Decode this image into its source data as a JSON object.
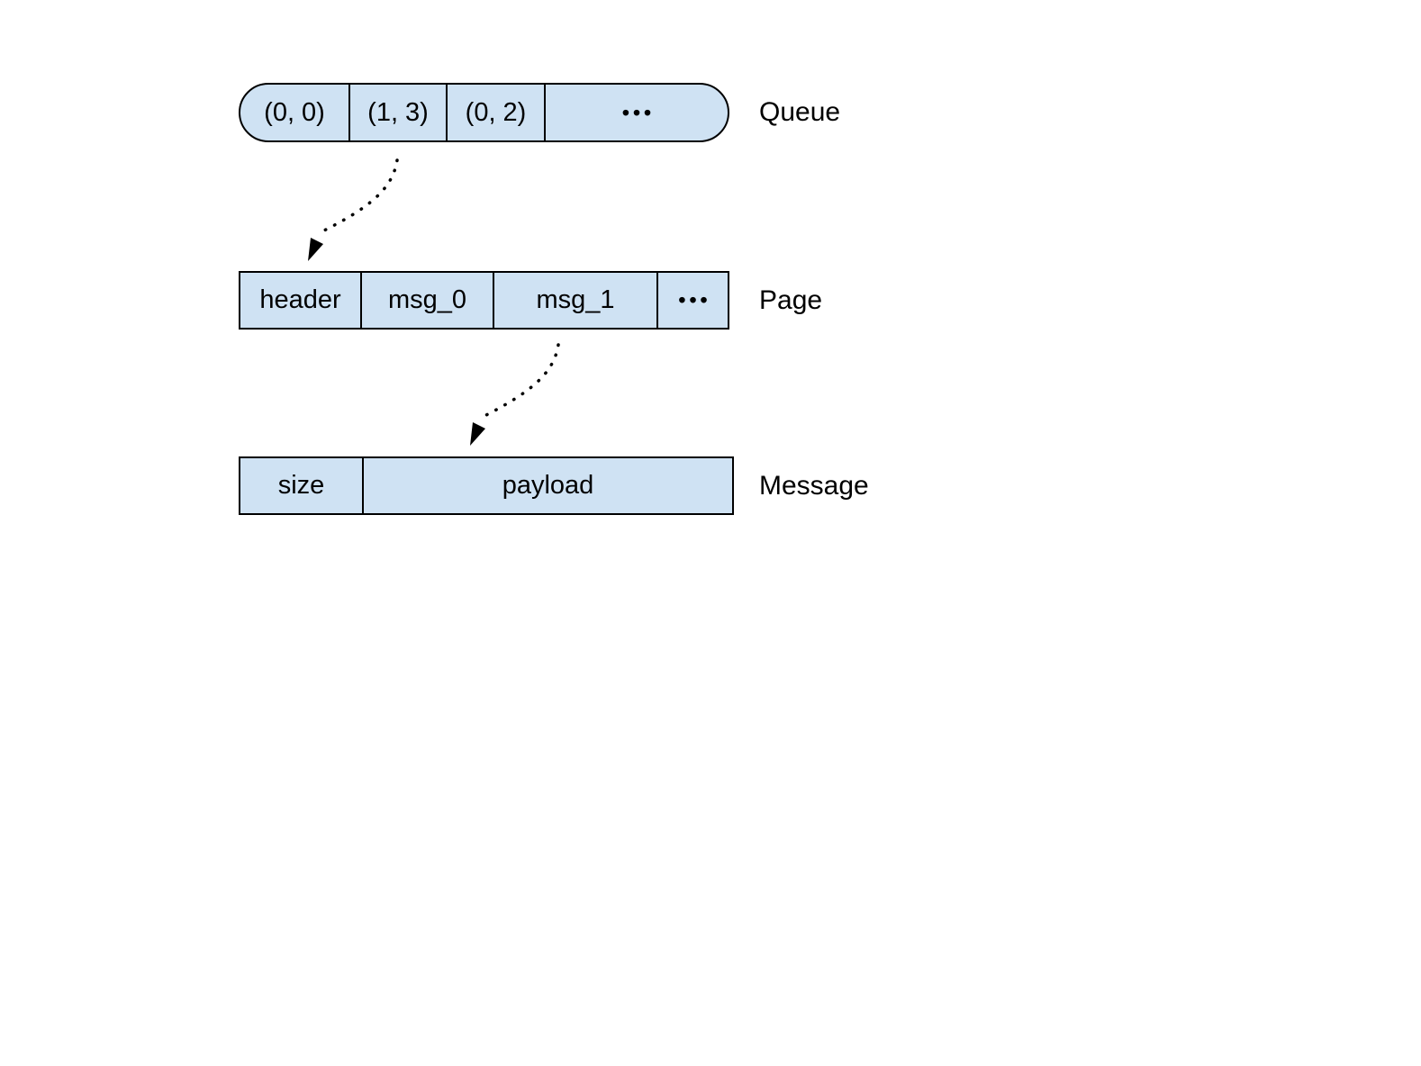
{
  "queue": {
    "label": "Queue",
    "cells": [
      "(0, 0)",
      "(1, 3)",
      "(0, 2)",
      "•••"
    ]
  },
  "page": {
    "label": "Page",
    "cells": [
      "header",
      "msg_0",
      "msg_1",
      "•••"
    ]
  },
  "message": {
    "label": "Message",
    "cells": [
      "size",
      "payload"
    ]
  },
  "arrows": [
    {
      "name": "arrow-queue-entry-to-page",
      "style": "dotted-curve"
    },
    {
      "name": "arrow-page-msg-to-message",
      "style": "dotted-curve"
    }
  ],
  "colors": {
    "cell_fill": "#cfe2f3",
    "border": "#000000",
    "text": "#000000",
    "background": "#ffffff"
  }
}
